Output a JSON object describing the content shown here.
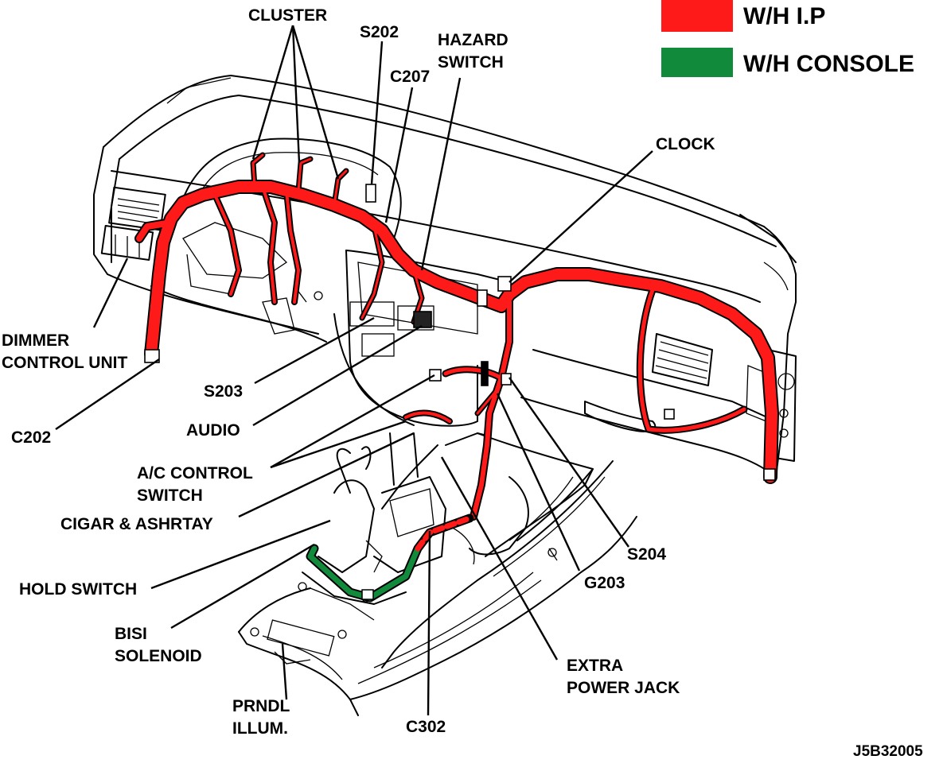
{
  "legend": {
    "items": [
      {
        "label": "W/H I.P",
        "color": "#ff1a1a"
      },
      {
        "label": "W/H CONSOLE",
        "color": "#128a3c"
      }
    ]
  },
  "labels": {
    "cluster": "CLUSTER",
    "s202": "S202",
    "c207": "C207",
    "hazard_switch": [
      "HAZARD",
      "SWITCH"
    ],
    "clock": "CLOCK",
    "dimmer_control_unit": [
      "DIMMER",
      "CONTROL UNIT"
    ],
    "s203": "S203",
    "c202": "C202",
    "audio": "AUDIO",
    "ac_control_switch": [
      "A/C CONTROL",
      "SWITCH"
    ],
    "cigar_ashtray": "CIGAR & ASHRTAY",
    "hold_switch": "HOLD SWITCH",
    "bisi_solenoid": [
      "BISI",
      "SOLENOID"
    ],
    "prndl_illum": [
      "PRNDL",
      "ILLUM."
    ],
    "c302": "C302",
    "extra_power_jack": [
      "EXTRA",
      "POWER JACK"
    ],
    "g203": "G203",
    "s204": "S204"
  },
  "figure_code": "J5B32005"
}
